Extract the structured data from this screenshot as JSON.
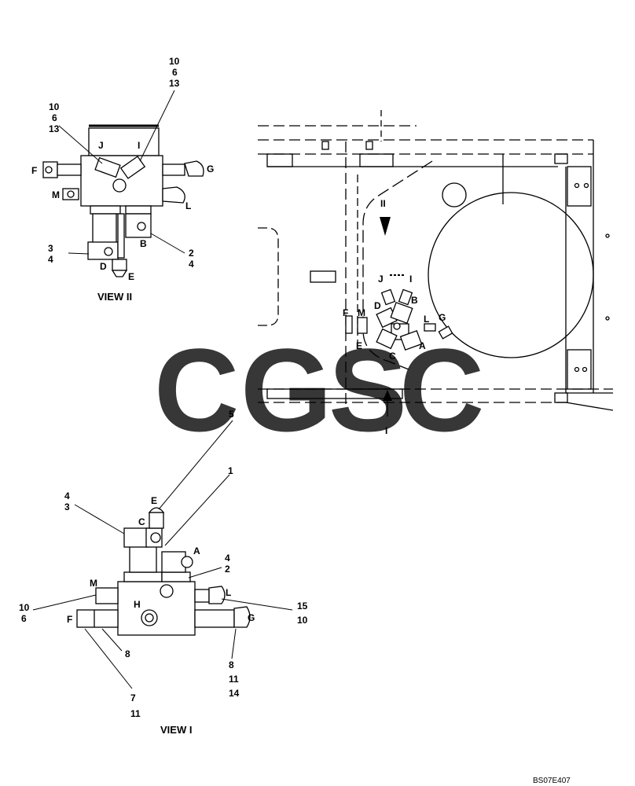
{
  "watermark": {
    "letters": [
      "C",
      "G",
      "S",
      "C"
    ],
    "colors": [
      "#7aaaf5",
      "#f08d86",
      "#f6d56a",
      "#5fb98c"
    ]
  },
  "view2": {
    "title": "VIEW II",
    "callouts": {
      "top_stack": [
        "10",
        "6",
        "13"
      ],
      "left_stack": [
        "10",
        "6",
        "13"
      ],
      "left_bottom": [
        "3",
        "4"
      ],
      "right_bottom": [
        "2",
        "4"
      ]
    },
    "ports": {
      "J": "J",
      "I": "I",
      "F": "F",
      "G": "G",
      "M": "M",
      "L": "L",
      "B": "B",
      "D": "D",
      "E": "E"
    }
  },
  "view1": {
    "title": "VIEW I",
    "callouts": {
      "c5": "5",
      "c1": "1",
      "c43": [
        "4",
        "3"
      ],
      "c42": [
        "4",
        "2"
      ],
      "c106": [
        "10",
        "6"
      ],
      "c1510": [
        "15",
        "10"
      ],
      "c8left": "8",
      "c711": [
        "7",
        "11"
      ],
      "c81114": [
        "8",
        "11",
        "14"
      ]
    },
    "ports": {
      "E": "E",
      "C": "C",
      "A": "A",
      "M": "M",
      "L": "L",
      "H": "H",
      "F": "F",
      "G": "G"
    }
  },
  "main": {
    "arrows": {
      "II": "II",
      "I": "I"
    },
    "ports": {
      "J": "J",
      "I": "I",
      "D": "D",
      "B": "B",
      "F": "F",
      "M": "M",
      "L": "L",
      "G": "G",
      "E": "E",
      "A": "A",
      "C": "C"
    }
  },
  "drawing_code": "BS07E407"
}
